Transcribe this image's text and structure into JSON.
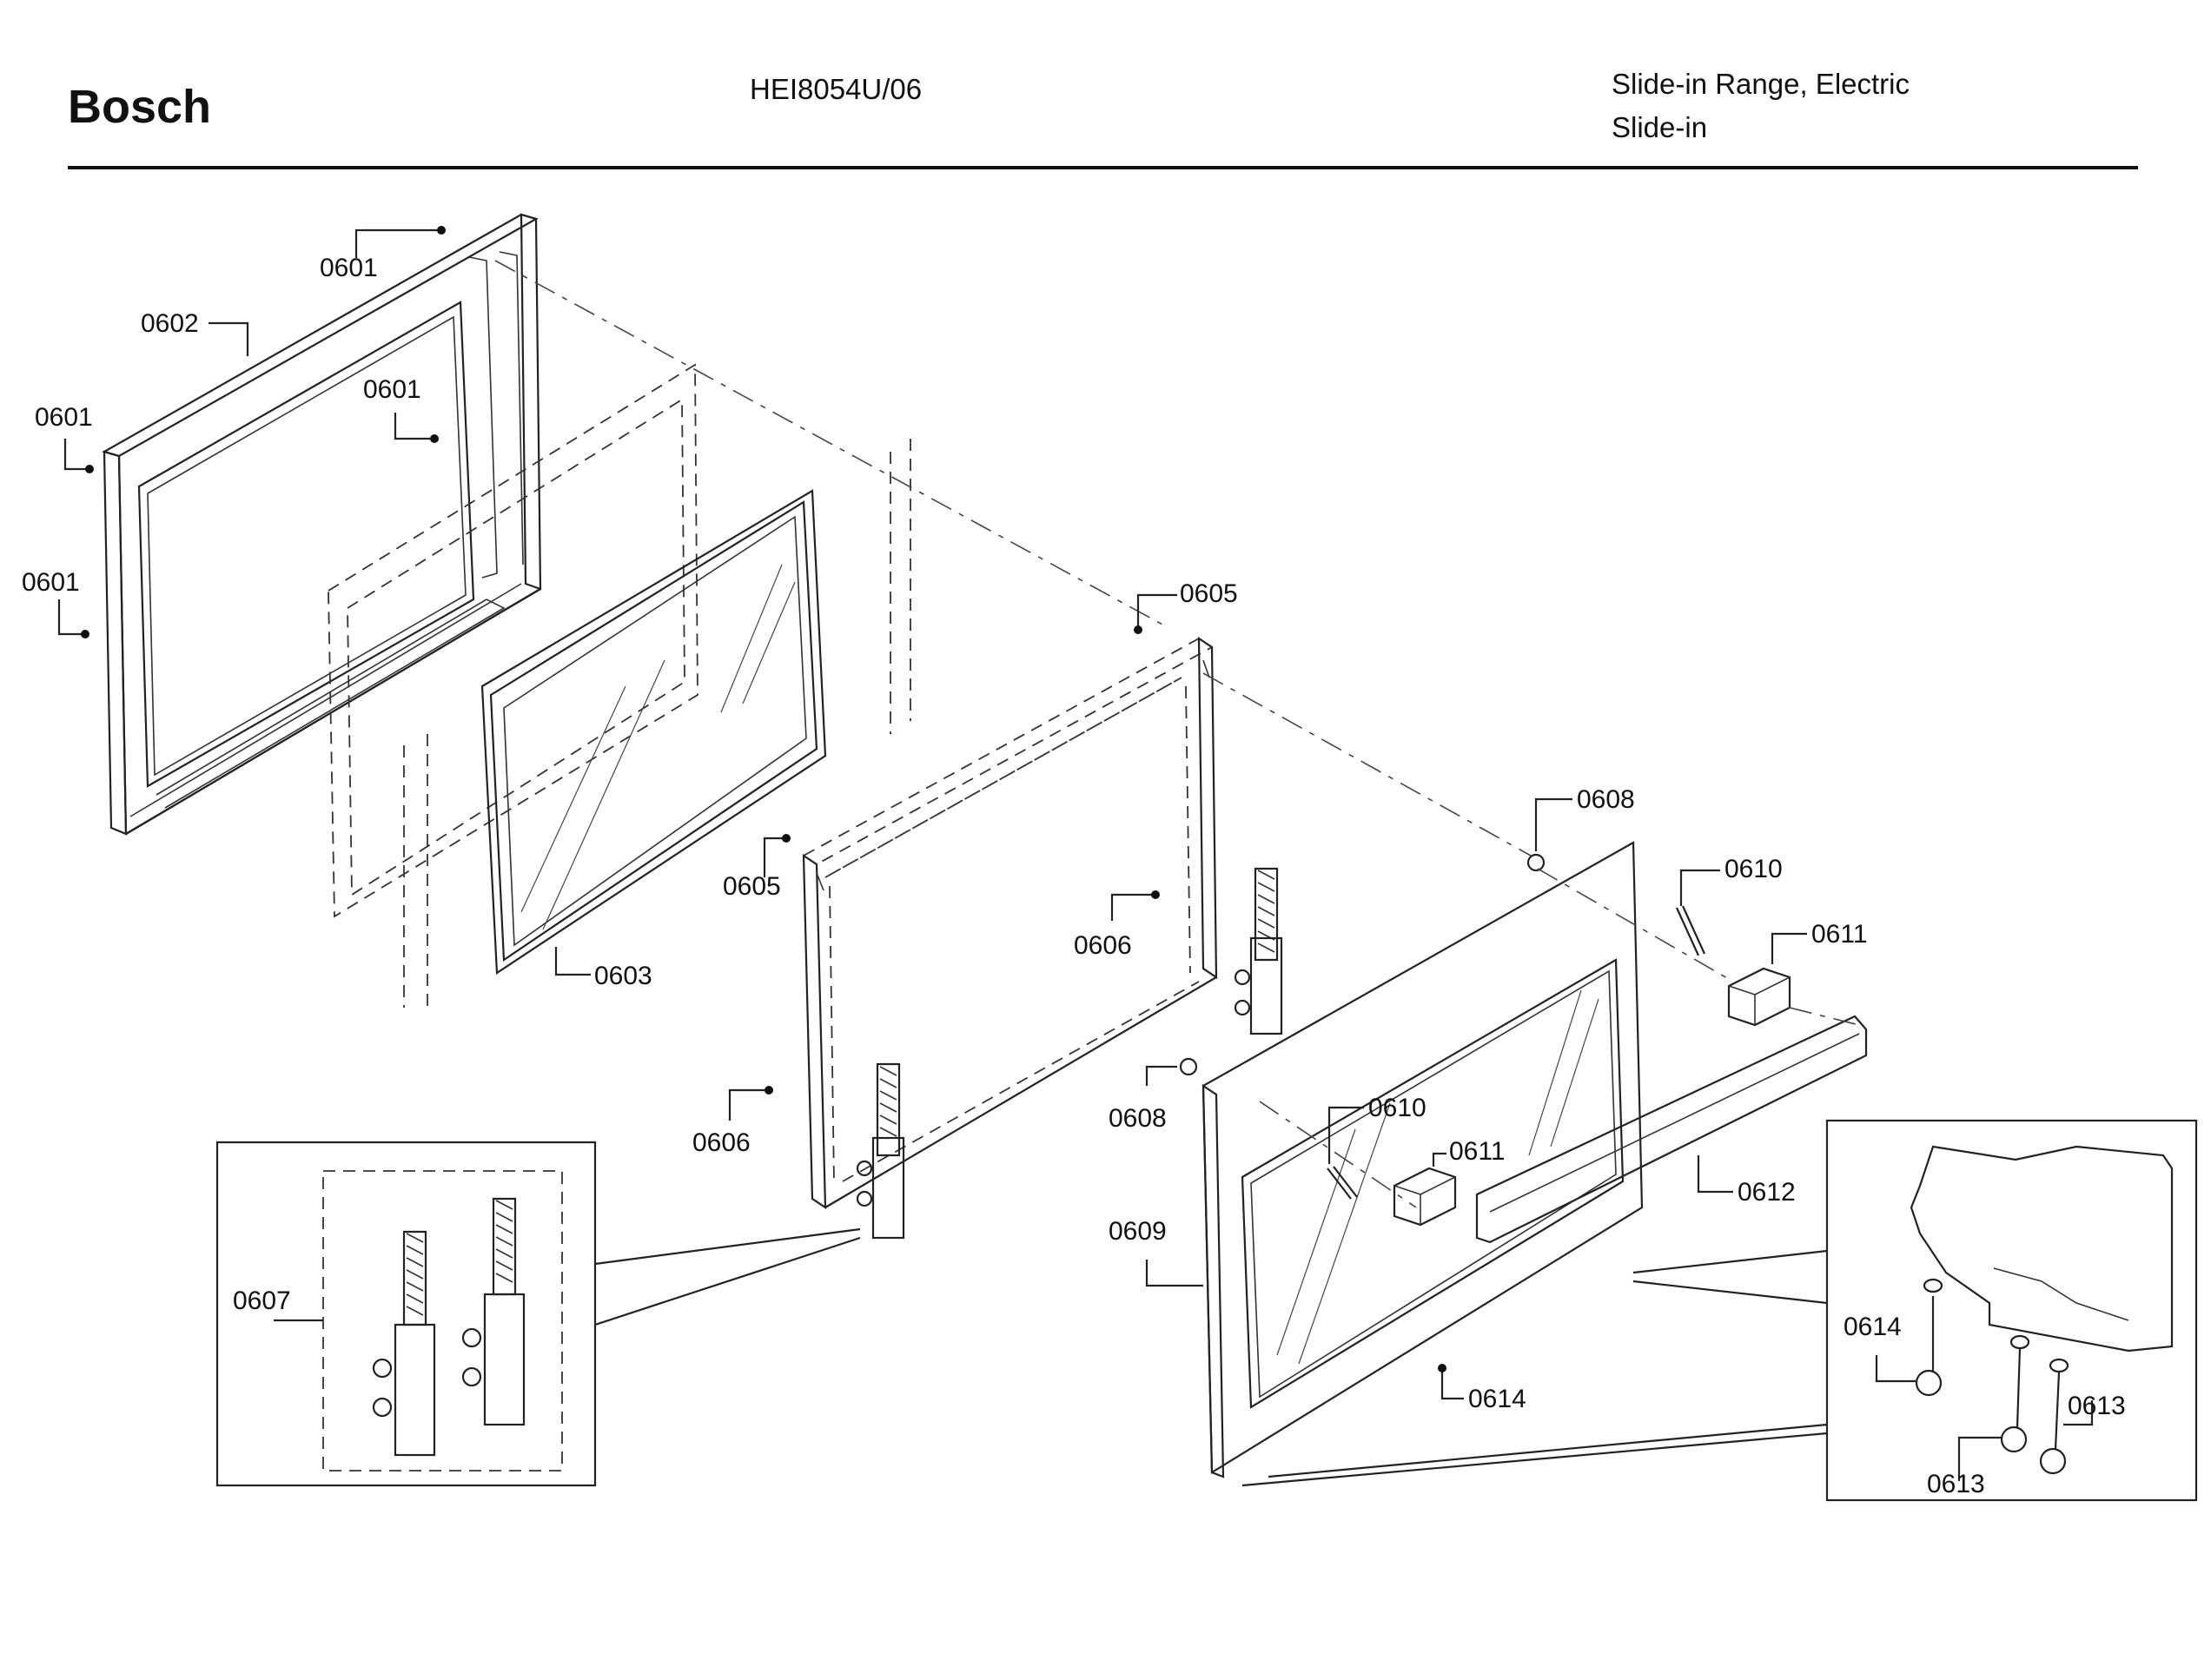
{
  "header": {
    "brand": "Bosch",
    "model": "HEI8054U/06",
    "product_line1": "Slide-in Range, Electric",
    "product_line2": "Slide-in"
  },
  "callouts": {
    "c0601": "0601",
    "c0602": "0602",
    "c0603": "0603",
    "c0605": "0605",
    "c0606": "0606",
    "c0607": "0607",
    "c0608": "0608",
    "c0609": "0609",
    "c0610": "0610",
    "c0611": "0611",
    "c0612": "0612",
    "c0613": "0613",
    "c0614": "0614"
  }
}
